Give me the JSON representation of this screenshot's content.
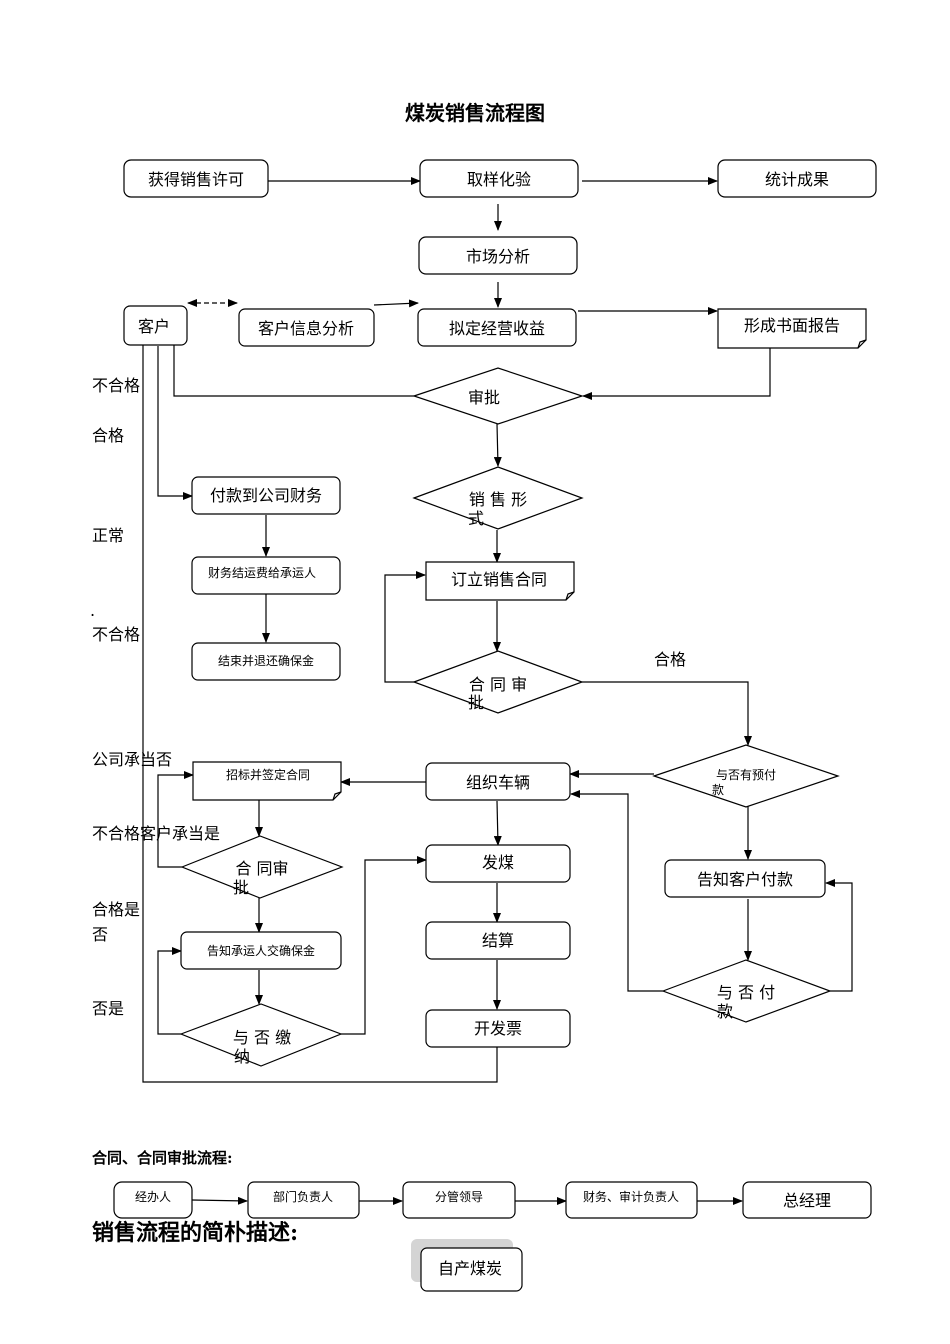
{
  "title": "煤炭销售流程图",
  "nodes": {
    "license": "获得销售许可",
    "sampling": "取样化验",
    "stats": "统计成果",
    "market": "市场分析",
    "customer": "客户",
    "customer_info": "客户信息分析",
    "plan_revenue": "拟定经营收益",
    "written_report": "形成书面报告",
    "approval": "审批",
    "sales_form_1": "销 售 形",
    "sales_form_2": "式",
    "pay_finance": "付款到公司财务",
    "finance_settle": "财务结运费给承运人",
    "refund_deposit": "结束并退还确保金",
    "sign_contract": "订立销售合同",
    "contract_review_1": "合 同 审",
    "contract_review_2": "批",
    "prepay_1": "与否有预付",
    "prepay_2": "款",
    "bid_contract": "招标并签定合同",
    "organize_vehicles": "组织车辆",
    "contract_review_b_1": "合 同审",
    "contract_review_b_2": "批",
    "ship_coal": "发煤",
    "notify_pay": "告知客户付款",
    "notify_carrier": "告知承运人交确保金",
    "settle": "结算",
    "paid_1": "与 否 付",
    "paid_2": "款",
    "deposit_paid_1": "与 否 缴",
    "deposit_paid_2": "纳",
    "invoice": "开发票"
  },
  "side_labels": {
    "unqualified_1": "不合格",
    "qualified_1": "合格",
    "normal": "正常",
    "dot": ".",
    "unqualified_2": "不合格",
    "qualified_right": "合格",
    "company_bears": "公司承当否",
    "unq_customer": "不合格客户承当是",
    "qual_yes": "合格是",
    "no_1": "否",
    "no_yes": "否是"
  },
  "contract_section": {
    "heading": "合同、合同审批流程:",
    "steps": [
      "经办人",
      "部门负责人",
      "分管领导",
      "财务、审计负责人",
      "总经理"
    ]
  },
  "description": {
    "heading": "销售流程的简朴描述:",
    "box": "自产煤炭"
  }
}
